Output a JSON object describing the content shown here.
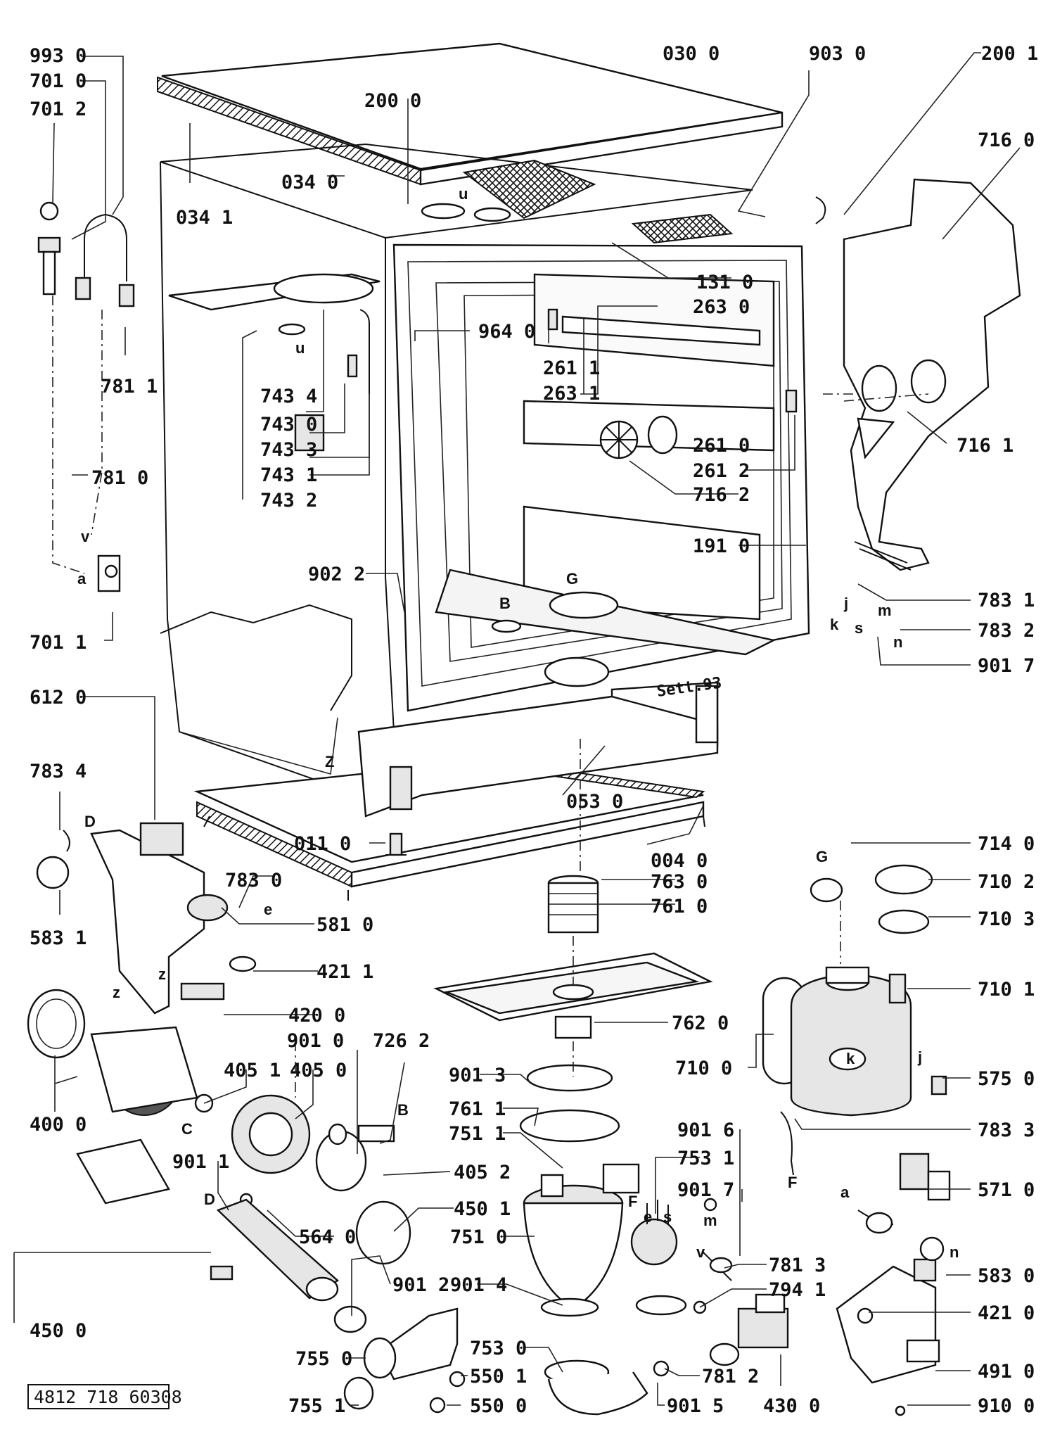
{
  "reference_number": "4812 718 60308",
  "inscription": "Sett.93",
  "part_labels": {
    "p9930": "993 0",
    "p7010": "701 0",
    "p7012": "701 2",
    "p0300": "030 0",
    "p9030": "903 0",
    "p2001": "200 1",
    "p2000": "200 0",
    "p7160": "716 0",
    "p0340": "034 0",
    "p0341": "034 1",
    "p1310": "131 0",
    "p2630": "263 0",
    "p9640": "964 0",
    "p7811": "781 1",
    "p2611": "261 1",
    "p2631": "263 1",
    "p7434": "743 4",
    "p7430": "743 0",
    "p7433": "743 3",
    "p7431": "743 1",
    "p7432": "743 2",
    "p7161": "716 1",
    "p2610": "261 0",
    "p2612": "261 2",
    "p7810": "781 0",
    "p7162": "716 2",
    "p1910": "191 0",
    "p9022": "902 2",
    "p7831": "783 1",
    "p7832": "783 2",
    "p7011": "701 1",
    "p9017": "901 7",
    "p6120": "612 0",
    "p7834": "783 4",
    "p0530": "053 0",
    "p0110": "011 0",
    "p0040": "004 0",
    "p7140": "714 0",
    "p7830": "783 0",
    "p7630": "763 0",
    "p7102": "710 2",
    "p5810": "581 0",
    "p7610": "761 0",
    "p7103": "710 3",
    "p5831": "583 1",
    "p4211": "421 1",
    "p7101": "710 1",
    "p4200": "420 0",
    "p7620": "762 0",
    "p9010": "901 0",
    "p7262": "726 2",
    "p4051": "405 1",
    "p4050": "405 0",
    "p9013": "901 3",
    "p7100": "710 0",
    "p5750": "575 0",
    "p4000": "400 0",
    "p7611": "761 1",
    "p7833": "783 3",
    "p7511": "751 1",
    "p9016": "901 6",
    "p7531": "753 1",
    "p9011": "901 1",
    "p4052": "405 2",
    "p9017b": "901 7",
    "p5710": "571 0",
    "p4501": "450 1",
    "p7510": "751 0",
    "p5640": "564 0",
    "p7813": "781 3",
    "p5830": "583 0",
    "p9012": "901 2",
    "p9014": "901 4",
    "p7941": "794 1",
    "p4210": "421 0",
    "p4500": "450 0",
    "p7530": "753 0",
    "p7550": "755 0",
    "p7812": "781 2",
    "p4910": "491 0",
    "p5501": "550 1",
    "p7551": "755 1",
    "p5500": "550 0",
    "p9015": "901 5",
    "p4300": "430 0",
    "p9100": "910 0"
  },
  "connection_letters": {
    "u1": "u",
    "u2": "u",
    "v1": "v",
    "v2": "v",
    "a1": "a",
    "a2": "a",
    "B1": "B",
    "B2": "B",
    "G1": "G",
    "G2": "G",
    "k1": "k",
    "k2": "k",
    "j1": "j",
    "j2": "j",
    "s1": "s",
    "s2": "s",
    "m1": "m",
    "m2": "m",
    "n1": "n",
    "n2": "n",
    "D1": "D",
    "D2": "D",
    "e1": "e",
    "e2": "e",
    "z1": "z",
    "z2": "z",
    "C1": "C",
    "F1": "F",
    "F2": "F",
    "Z1": "Z"
  }
}
